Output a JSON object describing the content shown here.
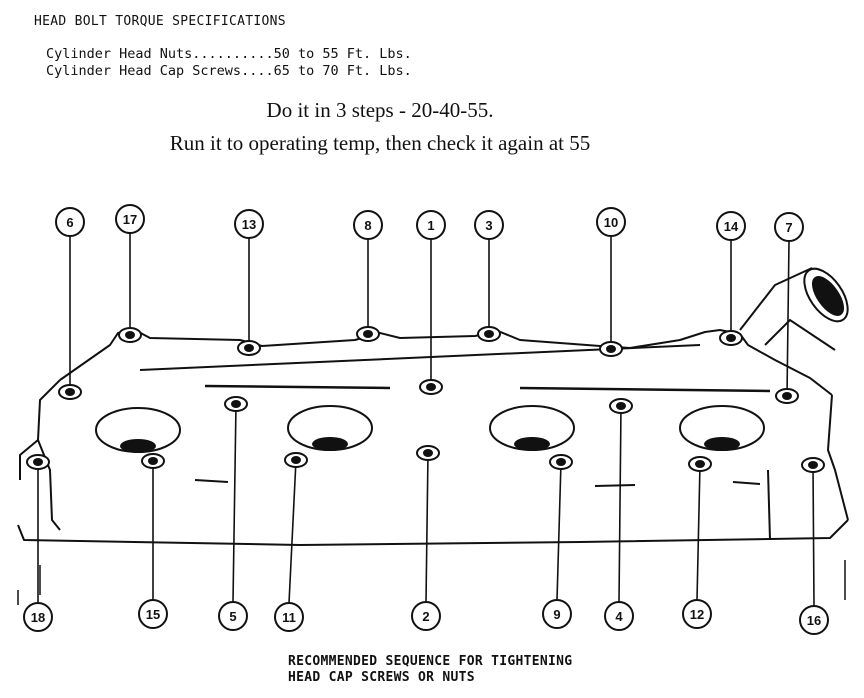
{
  "spec": {
    "title": "HEAD BOLT TORQUE SPECIFICATIONS",
    "line_1": "Cylinder Head Nuts..........50 to 55 Ft. Lbs.",
    "line_2": "Cylinder Head Cap Screws....65 to 70 Ft. Lbs."
  },
  "note": {
    "line_1": "Do it in 3 steps - 20-40-55.",
    "line_2": "Run it to operating temp, then check it again at 55"
  },
  "caption": {
    "line_1": "RECOMMENDED SEQUENCE FOR TIGHTENING",
    "line_2": "HEAD CAP SCREWS OR NUTS"
  },
  "bolts": [
    {
      "label": "6"
    },
    {
      "label": "17"
    },
    {
      "label": "13"
    },
    {
      "label": "8"
    },
    {
      "label": "1"
    },
    {
      "label": "3"
    },
    {
      "label": "10"
    },
    {
      "label": "14"
    },
    {
      "label": "7"
    },
    {
      "label": "18"
    },
    {
      "label": "15"
    },
    {
      "label": "5"
    },
    {
      "label": "11"
    },
    {
      "label": "2"
    },
    {
      "label": "9"
    },
    {
      "label": "4"
    },
    {
      "label": "12"
    },
    {
      "label": "16"
    }
  ]
}
